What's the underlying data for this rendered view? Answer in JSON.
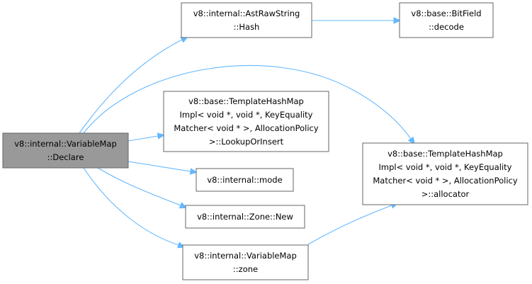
{
  "colors": {
    "root_fill": "#999999",
    "node_fill": "#ffffff",
    "node_border": "#666666",
    "edge": "#63b8ff"
  },
  "nodes": {
    "declare": {
      "lines": [
        "v8::internal::VariableMap",
        "::Declare"
      ],
      "role": "root"
    },
    "hash": {
      "lines": [
        "v8::internal::AstRawString",
        "::Hash"
      ]
    },
    "decode": {
      "lines": [
        "v8::base::BitField",
        "::decode"
      ]
    },
    "lookup": {
      "lines": [
        "v8::base::TemplateHashMap",
        "Impl< void *, void *, KeyEquality",
        "Matcher< void * >, AllocationPolicy",
        ">::LookupOrInsert"
      ]
    },
    "allocator": {
      "lines": [
        "v8::base::TemplateHashMap",
        "Impl< void *, void *, KeyEquality",
        "Matcher< void * >, AllocationPolicy",
        ">::allocator"
      ]
    },
    "mode": {
      "lines": [
        "v8::internal::mode"
      ]
    },
    "zone_new": {
      "lines": [
        "v8::internal::Zone::New"
      ]
    },
    "zone": {
      "lines": [
        "v8::internal::VariableMap",
        "::zone"
      ]
    }
  },
  "edges": [
    {
      "from": "declare",
      "to": "hash"
    },
    {
      "from": "hash",
      "to": "decode"
    },
    {
      "from": "declare",
      "to": "lookup"
    },
    {
      "from": "declare",
      "to": "allocator"
    },
    {
      "from": "declare",
      "to": "mode"
    },
    {
      "from": "declare",
      "to": "zone_new"
    },
    {
      "from": "declare",
      "to": "zone"
    },
    {
      "from": "zone",
      "to": "allocator"
    }
  ]
}
